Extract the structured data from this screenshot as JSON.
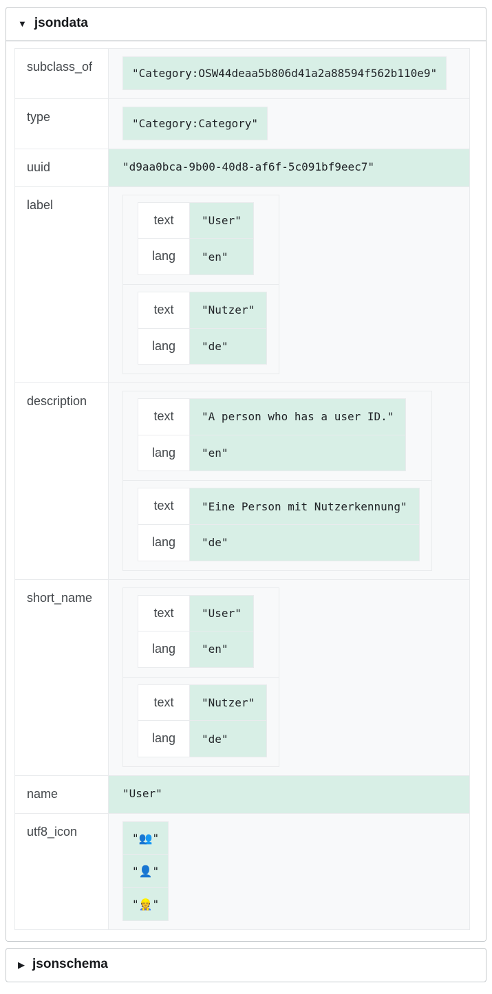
{
  "colors": {
    "value_highlight": "#d8efe6",
    "cell_background": "#f8f9fa",
    "inner_border": "#e9ebed",
    "panel_border": "#c6cacd"
  },
  "nested_keys": {
    "text": "text",
    "lang": "lang"
  },
  "jsondata": {
    "marker": "▼",
    "title": "jsondata",
    "rows": [
      {
        "key": "subclass_of",
        "items": [
          "\"Category:OSW44deaa5b806d41a2a88594f562b110e9\""
        ]
      },
      {
        "key": "type",
        "items": [
          "\"Category:Category\""
        ]
      },
      {
        "key": "uuid",
        "value": "\"d9aa0bca-9b00-40d8-af6f-5c091bf9eec7\""
      },
      {
        "key": "label",
        "items": [
          {
            "text": "\"User\"",
            "lang": "\"en\""
          },
          {
            "text": "\"Nutzer\"",
            "lang": "\"de\""
          }
        ]
      },
      {
        "key": "description",
        "items": [
          {
            "text": "\"A person who has a user ID.\"",
            "lang": "\"en\""
          },
          {
            "text": "\"Eine Person mit Nutzerkennung\"",
            "lang": "\"de\""
          }
        ]
      },
      {
        "key": "short_name",
        "items": [
          {
            "text": "\"User\"",
            "lang": "\"en\""
          },
          {
            "text": "\"Nutzer\"",
            "lang": "\"de\""
          }
        ]
      },
      {
        "key": "name",
        "value": "\"User\""
      },
      {
        "key": "utf8_icon",
        "items": [
          "\"👥\"",
          "\"👤\"",
          "\"👷\""
        ]
      }
    ]
  },
  "jsonschema": {
    "marker": "▶",
    "title": "jsonschema"
  }
}
